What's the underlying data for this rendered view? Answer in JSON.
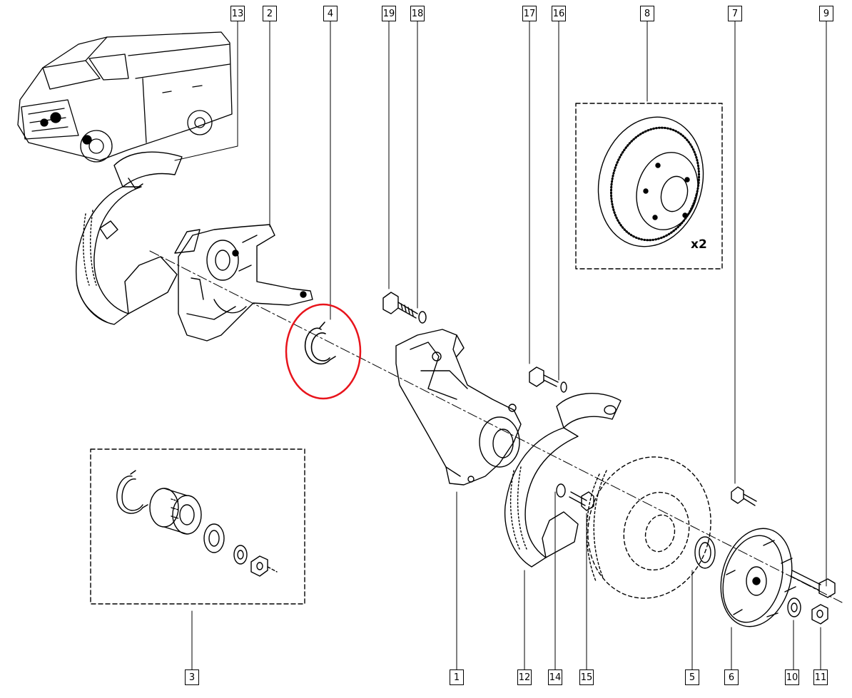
{
  "labels": {
    "top": [
      "13",
      "2",
      "4",
      "19",
      "18",
      "17",
      "16",
      "8",
      "7",
      "9"
    ],
    "bottom": [
      "3",
      "1",
      "12",
      "14",
      "15",
      "5",
      "6",
      "10",
      "11"
    ]
  },
  "kit_quantity": "x2",
  "highlight_color": "#e8141c"
}
